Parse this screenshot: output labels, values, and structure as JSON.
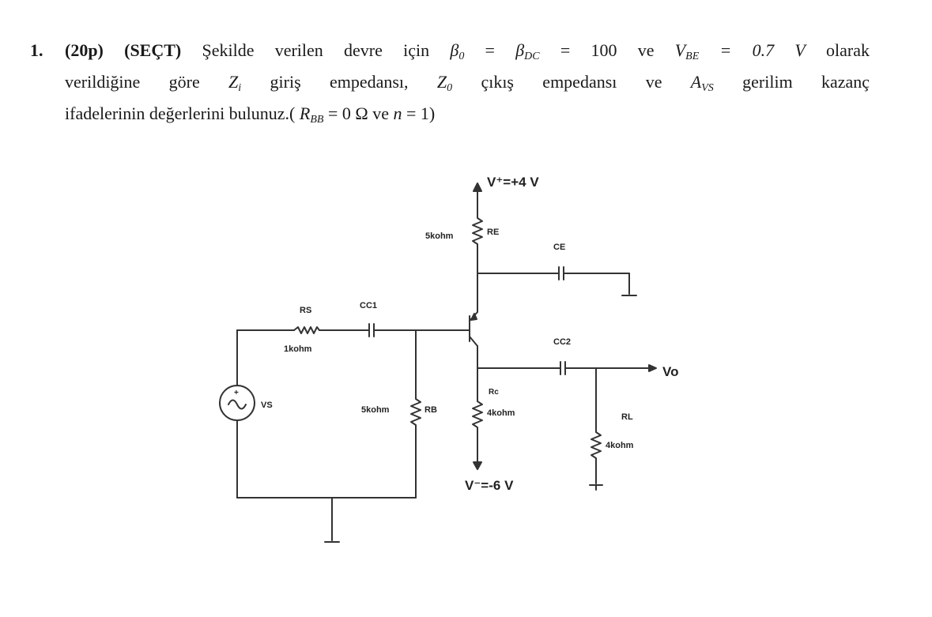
{
  "question": {
    "number": "1.",
    "points": "(20p)",
    "tag": "(SEÇT)",
    "intro": "Şekilde verilen devre için",
    "beta0": "β",
    "beta0_sub": "0",
    "eq1": " = ",
    "betaDC": "β",
    "betaDC_sub": "DC",
    "eq2": " = 100 ",
    "and1": "ve",
    "vbe": "V",
    "vbe_sub": "BE",
    "vbe_val": " = 0.7 V",
    "olarak": "olarak",
    "line2_a": "verildiğine göre",
    "zi": "Z",
    "zi_sub": "i",
    "line2_b": "giriş empedansı,",
    "zo": "Z",
    "zo_sub": "0",
    "line2_c": "çıkış empedansı ve",
    "avs": "A",
    "avs_sub": "VS",
    "line2_d": "gerilim kazanç",
    "line3_a": "ifadelerinin değerlerini bulunuz.(",
    "rbb": "R",
    "rbb_sub": "BB",
    "line3_b": " = 0 Ω ve ",
    "n": "n",
    "line3_c": " = 1)"
  },
  "circuit": {
    "vplus": "V⁺=+4 V",
    "vminus": "V⁻=-6 V",
    "re_name": "RE",
    "re_val": "5kohm",
    "ce_name": "CE",
    "rs_name": "RS",
    "rs_val": "1kohm",
    "cc1_name": "CC1",
    "cc2_name": "CC2",
    "rb_name": "RB",
    "rb_val": "5kohm",
    "rc_name": "Rc",
    "rc_val": "4kohm",
    "rl_name": "RL",
    "rl_val": "4kohm",
    "vs_name": "VS",
    "vo_name": "Vo"
  },
  "colors": {
    "wire": "#333333",
    "text": "#1a1a1a"
  }
}
